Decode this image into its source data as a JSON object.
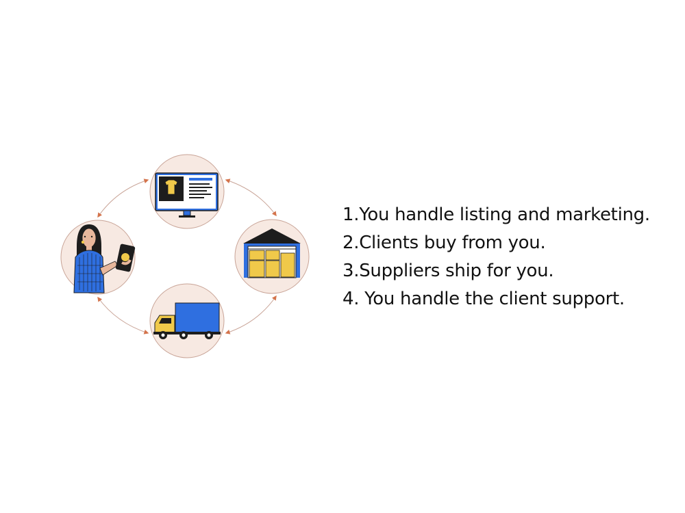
{
  "diagram": {
    "title": "",
    "nodes": [
      {
        "id": "storefront",
        "icon": "storefront-monitor-icon"
      },
      {
        "id": "warehouse",
        "icon": "warehouse-icon"
      },
      {
        "id": "delivery",
        "icon": "delivery-truck-icon"
      },
      {
        "id": "customer",
        "icon": "customer-with-phone-icon"
      }
    ],
    "connections": [
      {
        "from": "customer",
        "to": "storefront",
        "style": "bidirectional"
      },
      {
        "from": "storefront",
        "to": "warehouse",
        "style": "bidirectional"
      },
      {
        "from": "warehouse",
        "to": "delivery",
        "style": "bidirectional"
      },
      {
        "from": "delivery",
        "to": "customer",
        "style": "bidirectional"
      }
    ],
    "colors": {
      "node_fill": "#f7e9e2",
      "node_border": "#c8a396",
      "arrow": "#d4744c",
      "accent_blue": "#2f6fe0",
      "accent_yellow": "#f0c94a",
      "dark": "#1d1d1d"
    }
  },
  "steps": [
    "1.You handle listing and marketing.",
    "2.Clients buy from you.",
    "3.Suppliers ship for you.",
    "4. You handle the client support."
  ]
}
